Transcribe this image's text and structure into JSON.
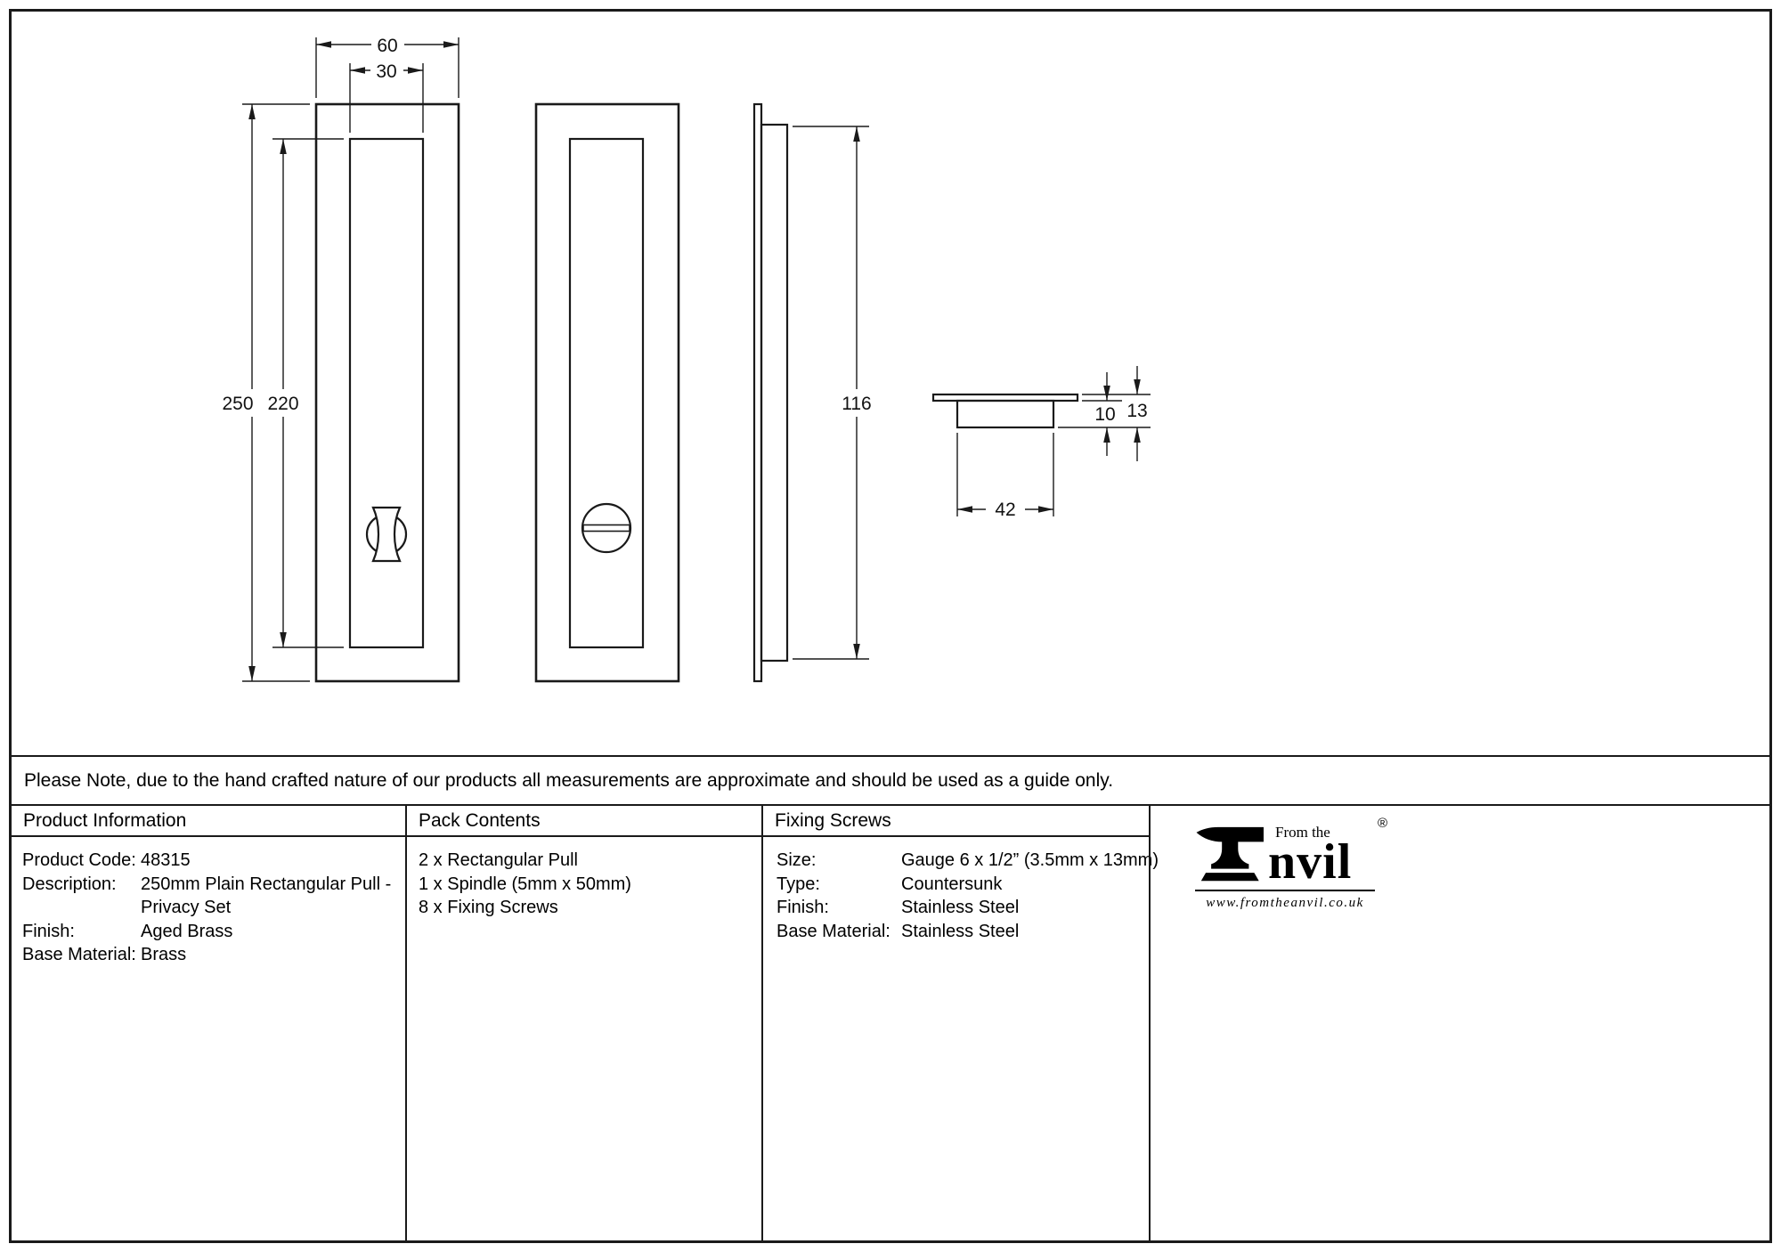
{
  "drawing": {
    "dims": {
      "outer_width": "60",
      "inner_width": "30",
      "outer_height": "250",
      "inner_height": "220",
      "side_height": "116",
      "cup_depth": "10",
      "total_depth": "13",
      "cup_width": "42"
    }
  },
  "note": "Please Note, due to the hand crafted nature of our products all measurements are approximate and should be used as a guide only.",
  "tables": {
    "product_info": {
      "header": "Product Information",
      "rows": [
        {
          "label": "Product Code:",
          "value": "48315"
        },
        {
          "label": "Description:",
          "value": "250mm Plain Rectangular Pull -"
        },
        {
          "label": "",
          "value": "Privacy Set"
        },
        {
          "label": "Finish:",
          "value": "Aged Brass"
        },
        {
          "label": "Base Material:",
          "value": "Brass"
        }
      ]
    },
    "pack_contents": {
      "header": "Pack Contents",
      "items": [
        "2 x Rectangular Pull",
        "1 x Spindle (5mm x 50mm)",
        "8 x Fixing Screws"
      ]
    },
    "fixing_screws": {
      "header": "Fixing Screws",
      "rows": [
        {
          "label": "Size:",
          "value": "Gauge 6 x 1/2” (3.5mm x 13mm)"
        },
        {
          "label": "Type:",
          "value": "Countersunk"
        },
        {
          "label": "Finish:",
          "value": "Stainless Steel"
        },
        {
          "label": "Base Material:",
          "value": "Stainless Steel"
        }
      ]
    }
  },
  "logo": {
    "from_the": "From the",
    "brand_rest": "nvil",
    "registered": "®",
    "website": "www.fromtheanvil.co.uk"
  }
}
